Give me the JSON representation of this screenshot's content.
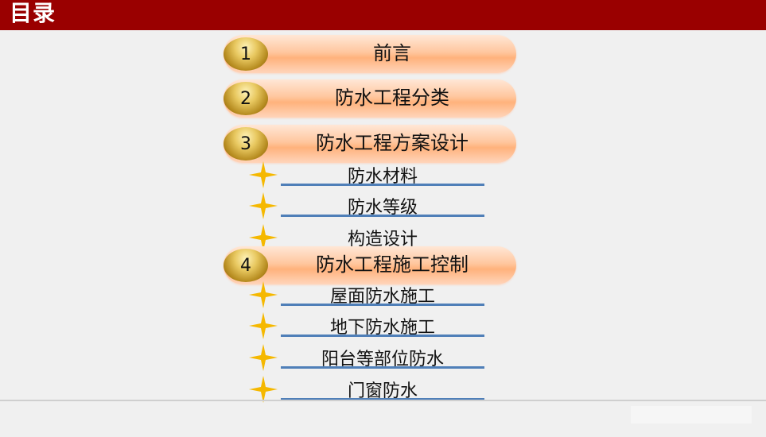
{
  "header": {
    "title": "目录"
  },
  "entries": [
    {
      "num": "1",
      "label": "前言"
    },
    {
      "num": "2",
      "label": "防水工程分类"
    },
    {
      "num": "3",
      "label": "防水工程方案设计"
    },
    {
      "num": "4",
      "label": "防水工程施工控制"
    }
  ],
  "subitems": [
    "防水材料",
    "防水等级",
    "构造设计",
    "屋面防水施工",
    "地下防水施工",
    "阳台等部位防水",
    "门窗防水"
  ],
  "colors": {
    "header_bg": "#9a0000",
    "header_text": "#ffffff",
    "pill_peach": "#ffc79f",
    "badge_gold": "#c8a040",
    "star_gold": "#f5b800",
    "underline_blue": "#4f7fb8",
    "background": "#f0f0f0"
  }
}
